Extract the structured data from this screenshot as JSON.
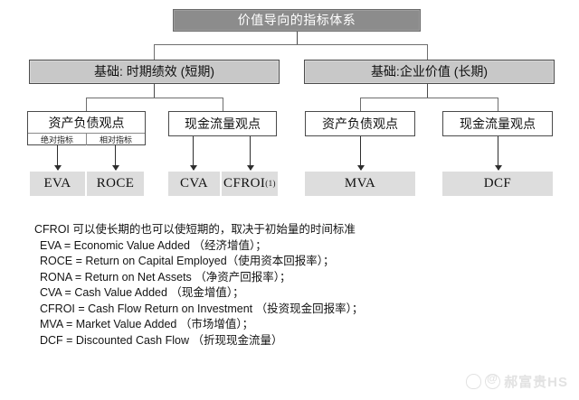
{
  "diagram": {
    "type": "hierarchy-tree",
    "title_box": {
      "label": "价值导向的指标体系"
    },
    "level2": [
      {
        "id": "short-term",
        "label": "基础: 时期绩效 (短期)"
      },
      {
        "id": "long-term",
        "label": "基础:企业价值 (长期)"
      }
    ],
    "level3": [
      {
        "id": "bs-view-short",
        "label": "资产负债观点",
        "sub_labels": [
          "绝对指标",
          "相对指标"
        ]
      },
      {
        "id": "cf-view-short",
        "label": "现金流量观点"
      },
      {
        "id": "bs-view-long",
        "label": "资产负债观点"
      },
      {
        "id": "cf-view-long",
        "label": "现金流量观点"
      }
    ],
    "level4": [
      {
        "id": "eva",
        "label": "EVA",
        "superscript": ""
      },
      {
        "id": "roce",
        "label": "ROCE",
        "superscript": ""
      },
      {
        "id": "cva",
        "label": "CVA",
        "superscript": ""
      },
      {
        "id": "cfroi",
        "label": "CFROI",
        "superscript": "(1)"
      },
      {
        "id": "mva",
        "label": "MVA",
        "superscript": ""
      },
      {
        "id": "dcf",
        "label": "DCF",
        "superscript": ""
      }
    ]
  },
  "legend": {
    "lines": [
      "CFROI 可以使长期的也可以使短期的，取决于初始量的时间标准",
      "EVA = Economic Value Added （经济增值）；",
      "ROCE = Return on Capital Employed（使用资本回报率）；",
      "RONA = Return on Net Assets （净资产回报率）；",
      "CVA = Cash Value Added （现金增值）；",
      "CFROI = Cash Flow Return on Investment （投资现金回报率）；",
      "MVA = Market Value Added （市场增值）；",
      "DCF = Discounted Cash Flow （折现现金流量）"
    ]
  },
  "watermark": {
    "text": "郝富贵HS"
  },
  "colors": {
    "title_fill": "#8c8c8c",
    "level2_fill": "#c8c8c8",
    "term_fill": "#dddddd",
    "line": "#4a4a4a",
    "background": "#ffffff"
  }
}
